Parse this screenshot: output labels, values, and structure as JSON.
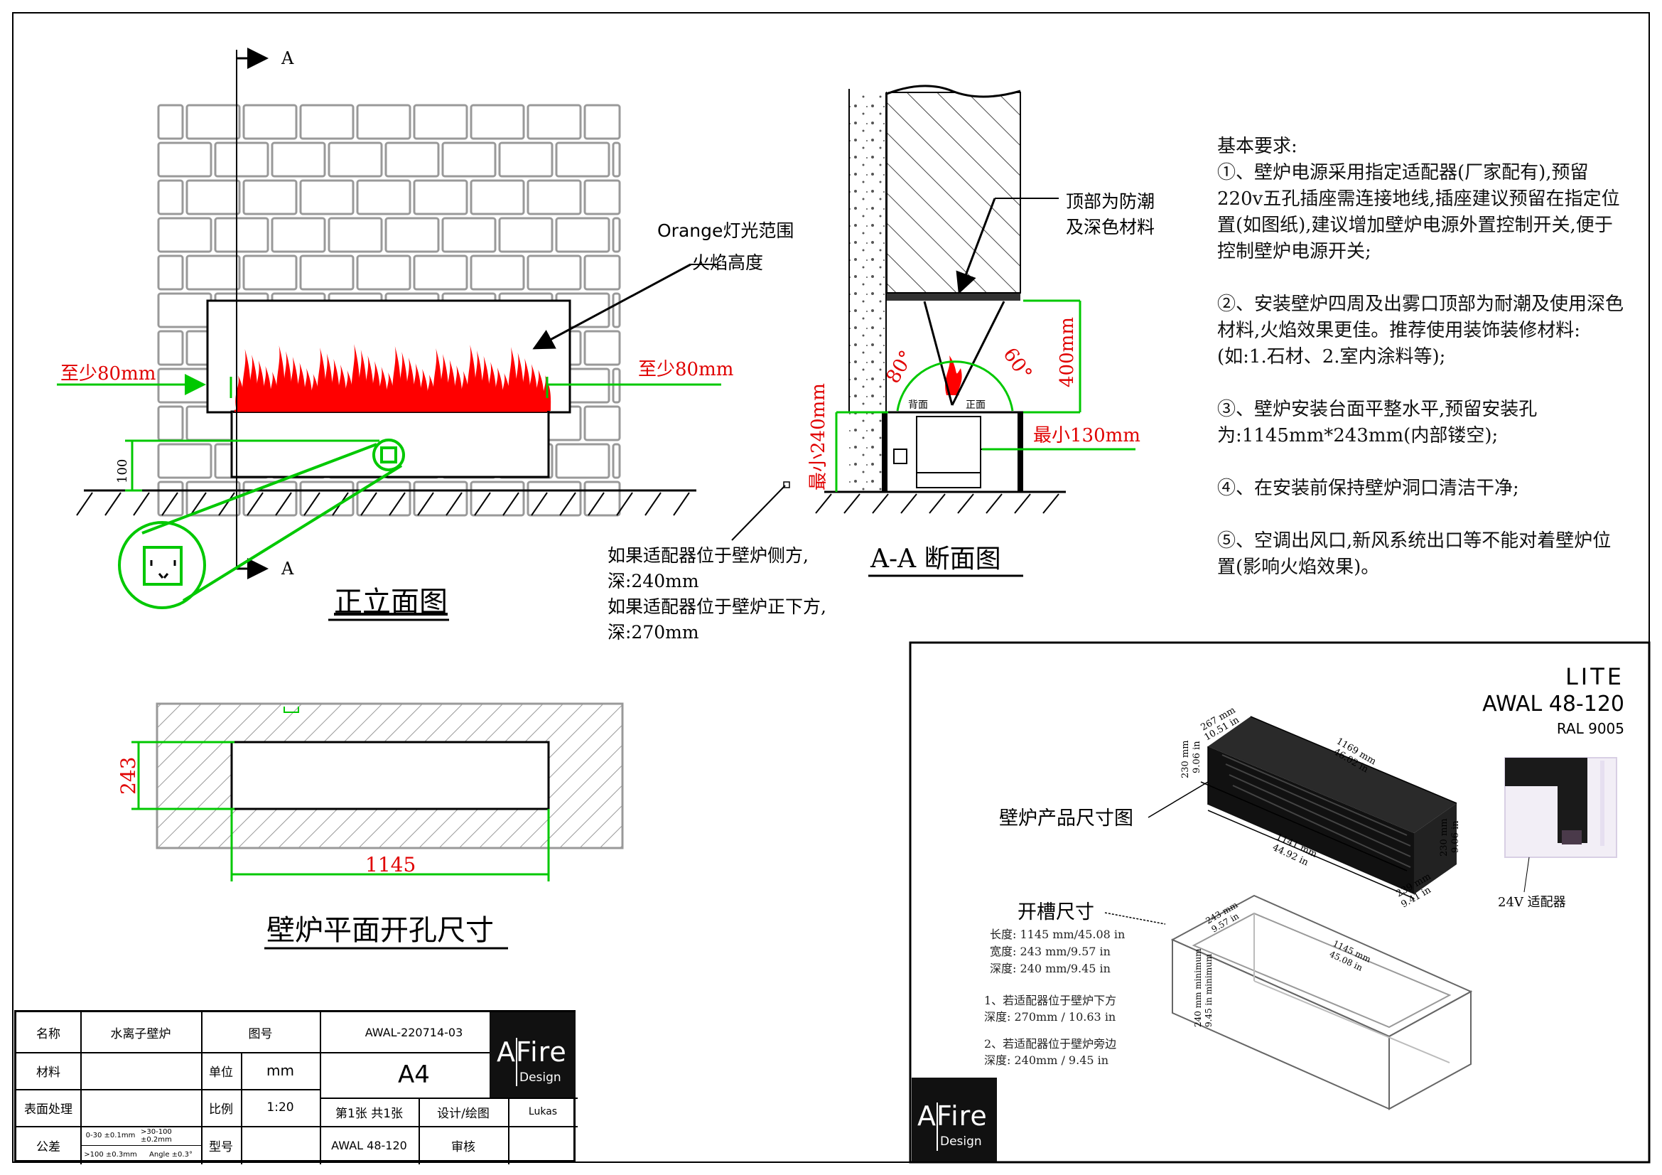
{
  "elevation": {
    "title": "正立面图",
    "section_marker": "A",
    "clearance_left": "至少80mm",
    "clearance_right": "至少80mm",
    "socket_height": "100",
    "callout_light": "Orange灯光范围",
    "callout_flame": "火焰高度"
  },
  "section": {
    "title": "A-A  断面图",
    "top_note_line1": "顶部为防潮",
    "top_note_line2": "及深色材料",
    "angle_back": "80°",
    "angle_front": "60°",
    "label_back": "背面",
    "label_front": "正面",
    "height_top": "400mm",
    "height_min": "最小240mm",
    "depth_min": "最小130mm",
    "adapter_note": [
      "如果适配器位于壁炉侧方,",
      "深:240mm",
      "如果适配器位于壁炉正下方,",
      "深:270mm"
    ]
  },
  "plan": {
    "title": "壁炉平面开孔尺寸",
    "width": "1145",
    "height": "243"
  },
  "requirements": {
    "heading": "基本要求:",
    "items": [
      "①、壁炉电源采用指定适配器(厂家配有),预留220v五孔插座需连接地线,插座建议预留在指定位置(如图纸),建议增加壁炉电源外置控制开关,便于控制壁炉电源开关;",
      "②、安装壁炉四周及出雾口顶部为耐潮及使用深色材料,火焰效果更佳。推荐使用装饰装修材料:(如:1.石材、2.室内涂料等);",
      "③、壁炉安装台面平整水平,预留安装孔为:1145mm*243mm(内部镂空);",
      "④、在安装前保持壁炉洞口清洁干净;",
      "⑤、空调出风口,新风系统出口等不能对着壁炉位置(影响火焰效果)。"
    ]
  },
  "product": {
    "line1": "LITE",
    "line2": "AWAL 48-120",
    "line3": "RAL 9005",
    "product_dim_label": "壁炉产品尺寸图",
    "cutout_label": "开槽尺寸",
    "dim_depth_top": "267 mm",
    "dim_depth_top_in": "10.51 in",
    "dim_length_top": "1169 mm",
    "dim_length_top_in": "46.02 in",
    "dim_height_left": "230 mm",
    "dim_height_left_in": "9.06 in",
    "dim_length_bottom": "1141 mm",
    "dim_length_bottom_in": "44.92 in",
    "dim_height_right": "230 mm",
    "dim_height_right_in": "9.06 in",
    "dim_depth_bottom": "239 mm",
    "dim_depth_bottom_in": "9.41 in",
    "adapter_caption": "24V 适配器",
    "cut_specs": [
      "长度: 1145 mm/45.08 in",
      "宽度: 243 mm/9.57 in",
      "深度: 240 mm/9.45 in"
    ],
    "cut_notes": [
      "1、若适配器位于壁炉下方",
      "深度: 270mm / 10.63 in",
      "2、若适配器位于壁炉旁边",
      "深度: 240mm / 9.45 in"
    ],
    "cut_dim_w": "243 mm",
    "cut_dim_w_in": "9.57 in",
    "cut_dim_l": "1145 mm",
    "cut_dim_l_in": "45.08 in",
    "cut_dim_d": "240 mm minimum",
    "cut_dim_d_in": "9.45 in minimum"
  },
  "logo": {
    "brand": "AFire",
    "sub": "Design"
  },
  "titleblock": {
    "name_label": "名称",
    "name_value": "水离子壁炉",
    "drawing_no_label": "图号",
    "drawing_no": "AWAL-220714-03",
    "material_label": "材料",
    "unit_label": "单位",
    "unit_value": "mm",
    "paper": "A4",
    "surface_label": "表面处理",
    "scale_label": "比例",
    "scale_value": "1:20",
    "sheet": "第1张 共1张",
    "design_label": "设计/绘图",
    "designer": "Lukas",
    "tol_label": "公差",
    "tol_a": "0-30 ±0.1mm",
    "tol_b": ">30-100 ±0.2mm",
    "tol_c": ">100 ±0.3mm",
    "tol_d": "Angle ±0.3°",
    "model_label": "型号",
    "model_value": "AWAL 48-120",
    "review_label": "审核"
  },
  "colors": {
    "dim": "#00c800",
    "flame": "#ff0000",
    "red_text": "#e00000"
  }
}
